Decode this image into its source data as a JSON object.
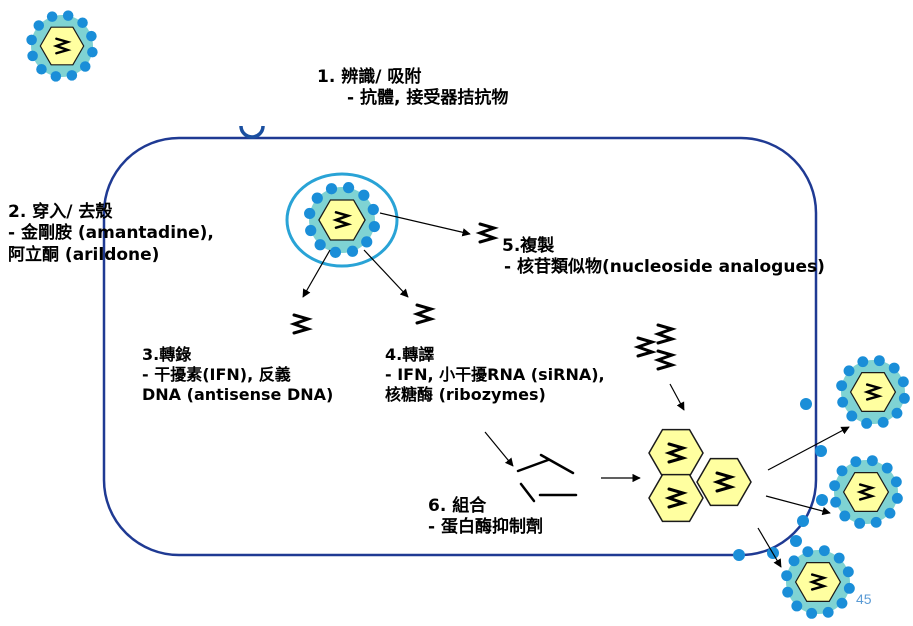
{
  "slide": {
    "page_number": "45",
    "colors": {
      "cell_border": "#1f3a93",
      "virus_envelope": "#7fd3d3",
      "virus_spike": "#1a8ed8",
      "capsid_fill": "#ffffa0",
      "capsid_stroke": "#1b1b1b",
      "endosome_ring": "#29a3d6",
      "arrow": "#000000",
      "page_number": "#5b9bd5"
    },
    "steps": [
      {
        "id": "attachment",
        "title": "1.  辨識/ 吸附",
        "detail": "- 抗體, 接受器拮抗物"
      },
      {
        "id": "uncoating",
        "title": "2. 穿入/ 去殼",
        "detail": "- 金剛胺 (amantadine),",
        "detail2": "阿立酮 (arildone)"
      },
      {
        "id": "transcription",
        "title": "3.轉錄",
        "detail": "- 干擾素(IFN), 反義",
        "detail2": "DNA (antisense DNA)"
      },
      {
        "id": "translation",
        "title": "4.轉譯",
        "detail": "- IFN, 小干擾RNA (siRNA),",
        "detail2": "核糖酶 (ribozymes)"
      },
      {
        "id": "replication",
        "title": "5.複製",
        "detail": "- 核苷類似物(nucleoside analogues)"
      },
      {
        "id": "assembly",
        "title": "6. 組合",
        "detail": "- 蛋白酶抑制劑"
      }
    ],
    "icons": {
      "virus": "virus-icon",
      "genome": "rna-genome-icon",
      "capsid": "capsid-icon",
      "protein": "protein-fragment-icon",
      "receptor": "receptor-icon"
    }
  }
}
